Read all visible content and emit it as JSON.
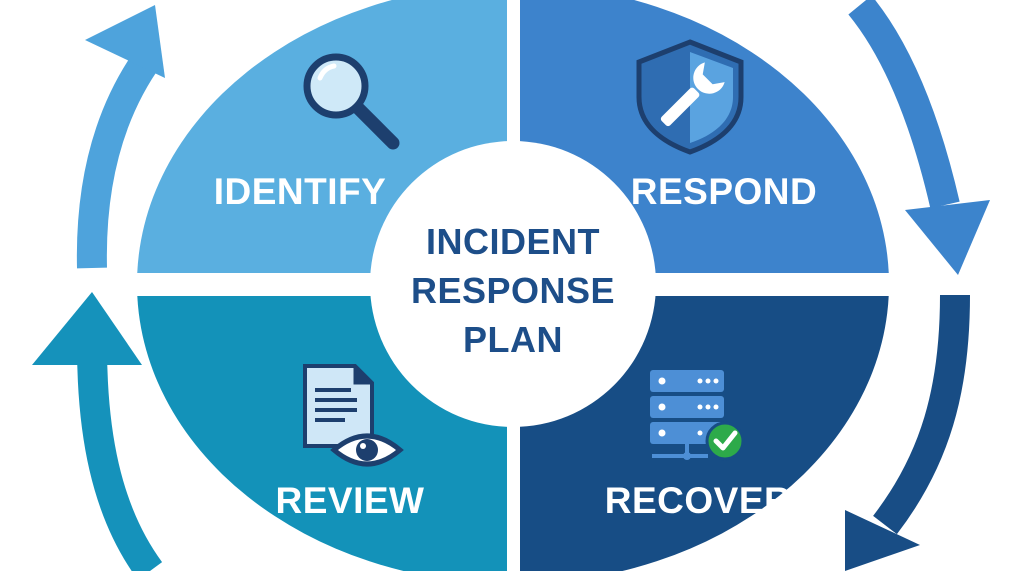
{
  "center": {
    "lines": [
      "INCIDENT",
      "RESPONSE",
      "PLAN"
    ]
  },
  "quadrants": [
    {
      "id": "identify",
      "label": "IDENTIFY",
      "icon": "magnifier-icon",
      "color": "#5aafe0"
    },
    {
      "id": "respond",
      "label": "RESPOND",
      "icon": "shield-wrench-icon",
      "color": "#3d83cc"
    },
    {
      "id": "review",
      "label": "REVIEW",
      "icon": "document-eye-icon",
      "color": "#1392b9"
    },
    {
      "id": "recover",
      "label": "RECOVER",
      "icon": "server-check-icon",
      "color": "#174d85"
    }
  ],
  "colors": {
    "center_text": "#1d4e89",
    "arrow_top_left": "#4ea3dc",
    "arrow_top_right": "#3c84cc",
    "arrow_bottom_left": "#1592bb",
    "arrow_bottom_right": "#184d85",
    "check_green": "#2daa4a"
  }
}
